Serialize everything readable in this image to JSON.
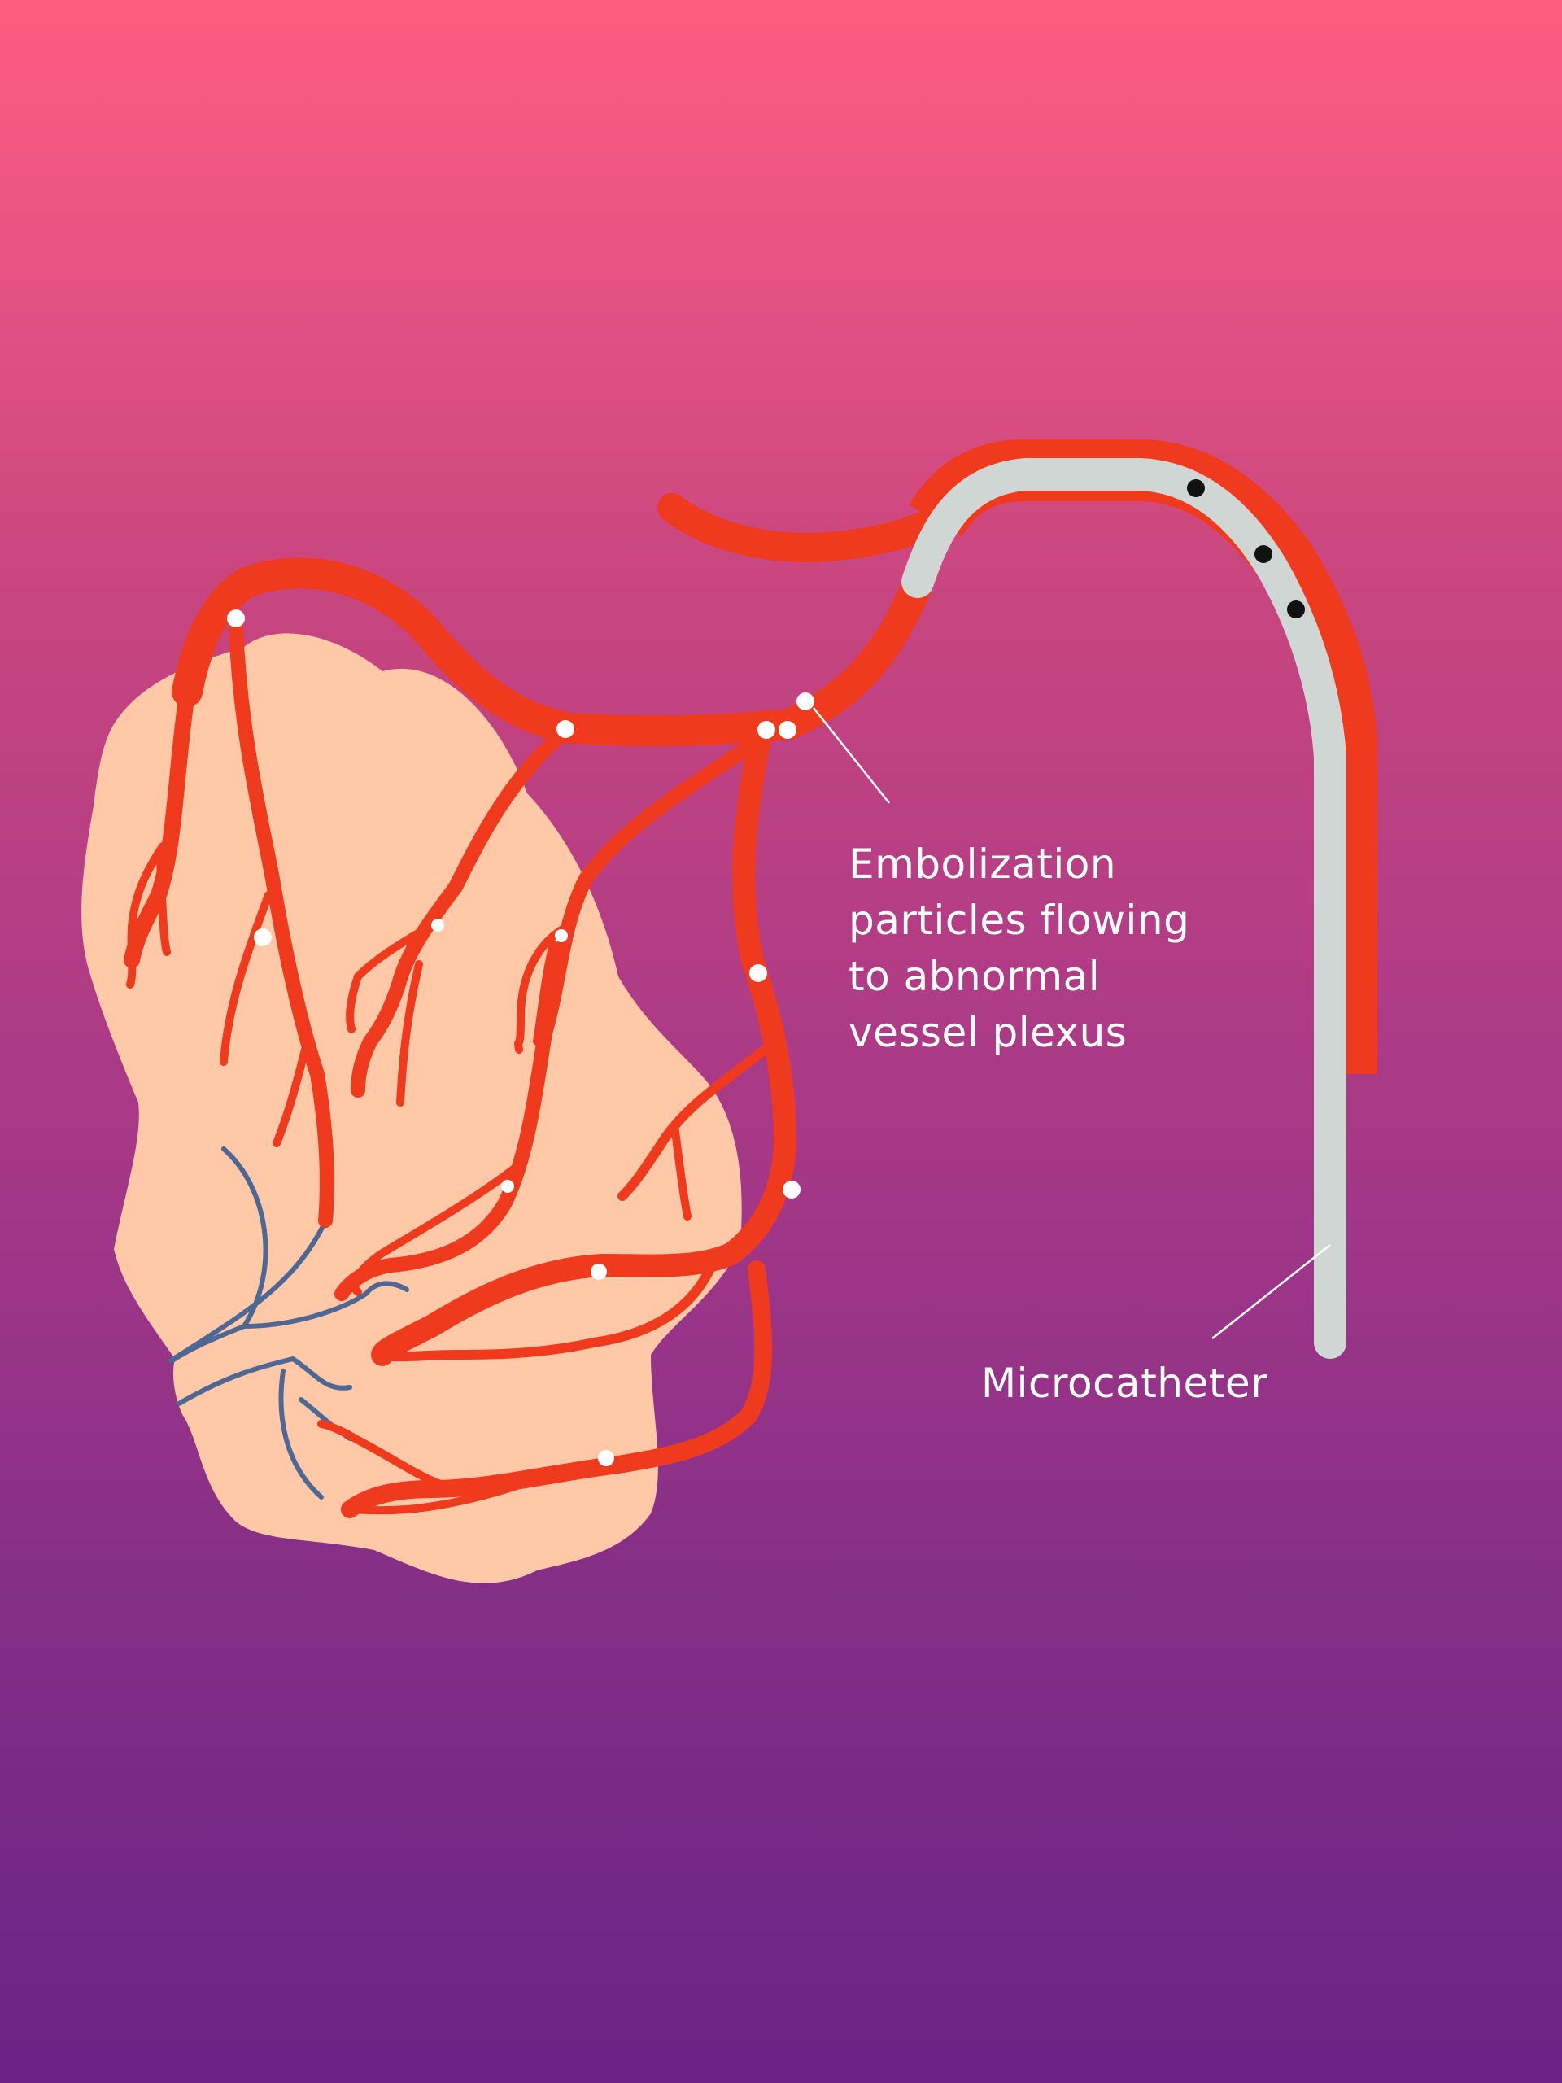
{
  "labels": {
    "particles_line1": "Embolization",
    "particles_line2": "particles flowing",
    "particles_line3": "to abnormal",
    "particles_line4": "vessel plexus",
    "catheter": "Microcatheter"
  },
  "colors": {
    "background_top": "#ff5c80",
    "background_bottom": "#692385",
    "tissue": "#ffc9a8",
    "artery": "#f03a1e",
    "vein": "#4e6895",
    "catheter": "#cfd6d3",
    "particle": "#ffffff",
    "catheter_particle": "#111111",
    "leader_line": "#ffffff"
  }
}
